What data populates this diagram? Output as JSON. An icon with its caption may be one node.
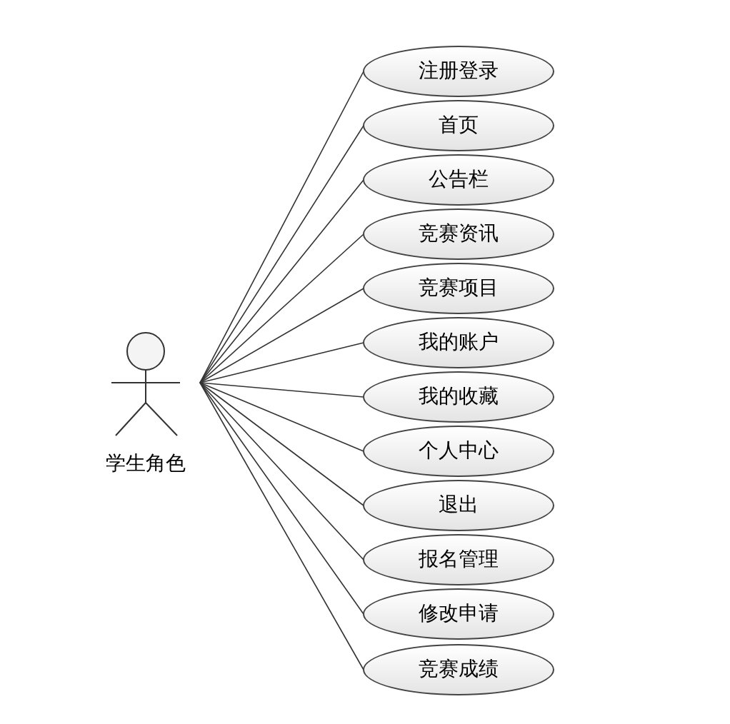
{
  "diagram": {
    "nodes": [
      {
        "text": [
          "学生角色"
        ]
      },
      {
        "text": [
          "注册登录"
        ]
      },
      {
        "text": [
          "首页"
        ]
      },
      {
        "text": [
          "公告栏"
        ]
      },
      {
        "text": [
          "竞赛资讯"
        ]
      },
      {
        "text": [
          "竞赛项目"
        ]
      },
      {
        "text": [
          "我的账户"
        ]
      },
      {
        "text": [
          "我的收藏"
        ]
      },
      {
        "text": [
          "个人中心"
        ]
      },
      {
        "text": [
          "退出"
        ]
      },
      {
        "text": [
          "报名管理"
        ]
      },
      {
        "text": [
          "修改申请"
        ]
      },
      {
        "text": [
          "竞赛成绩"
        ]
      }
    ],
    "edges": [
      {
        "from": 0,
        "to": 1,
        "arrow": "none"
      },
      {
        "from": 0,
        "to": 2,
        "arrow": "none"
      },
      {
        "from": 0,
        "to": 3,
        "arrow": "none"
      },
      {
        "from": 0,
        "to": 4,
        "arrow": "none"
      },
      {
        "from": 0,
        "to": 5,
        "arrow": "none"
      },
      {
        "from": 0,
        "to": 6,
        "arrow": "none"
      },
      {
        "from": 0,
        "to": 7,
        "arrow": "none"
      },
      {
        "from": 0,
        "to": 8,
        "arrow": "none"
      },
      {
        "from": 0,
        "to": 9,
        "arrow": "none"
      },
      {
        "from": 0,
        "to": 10,
        "arrow": "none"
      },
      {
        "from": 0,
        "to": 11,
        "arrow": "none"
      },
      {
        "from": 0,
        "to": 12,
        "arrow": "none"
      }
    ]
  }
}
